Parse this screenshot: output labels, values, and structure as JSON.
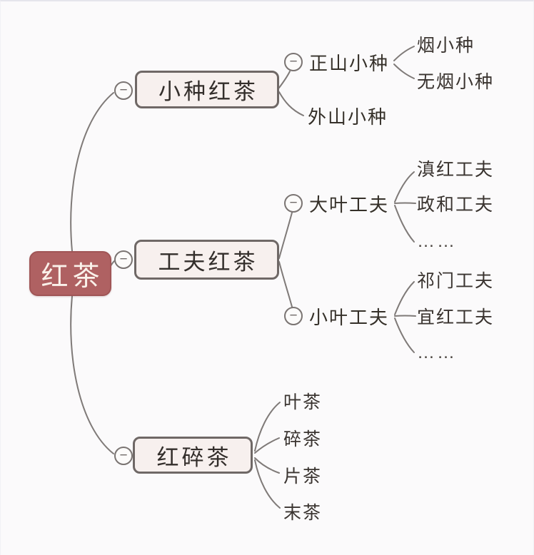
{
  "colors": {
    "background": "#fbfafb",
    "root_fill": "#af6162",
    "root_border": "#a05556",
    "root_text": "#faf1ea",
    "branch_fill": "#f7f0ee",
    "branch_border": "#6f6866",
    "line": "#7f7a78",
    "text": "#332e2b"
  },
  "icons": {
    "collapse_glyph": "−"
  },
  "tree": {
    "root": {
      "label": "红茶"
    },
    "branches": [
      {
        "label": "小种红茶",
        "children": [
          {
            "label": "正山小种",
            "children": [
              {
                "label": "烟小种"
              },
              {
                "label": "无烟小种"
              }
            ]
          },
          {
            "label": "外山小种"
          }
        ]
      },
      {
        "label": "工夫红茶",
        "children": [
          {
            "label": "大叶工夫",
            "children": [
              {
                "label": "滇红工夫"
              },
              {
                "label": "政和工夫"
              },
              {
                "label": "……"
              }
            ]
          },
          {
            "label": "小叶工夫",
            "children": [
              {
                "label": "祁门工夫"
              },
              {
                "label": "宜红工夫"
              },
              {
                "label": "……"
              }
            ]
          }
        ]
      },
      {
        "label": "红碎茶",
        "children": [
          {
            "label": "叶茶"
          },
          {
            "label": "碎茶"
          },
          {
            "label": "片茶"
          },
          {
            "label": "末茶"
          }
        ]
      }
    ]
  }
}
